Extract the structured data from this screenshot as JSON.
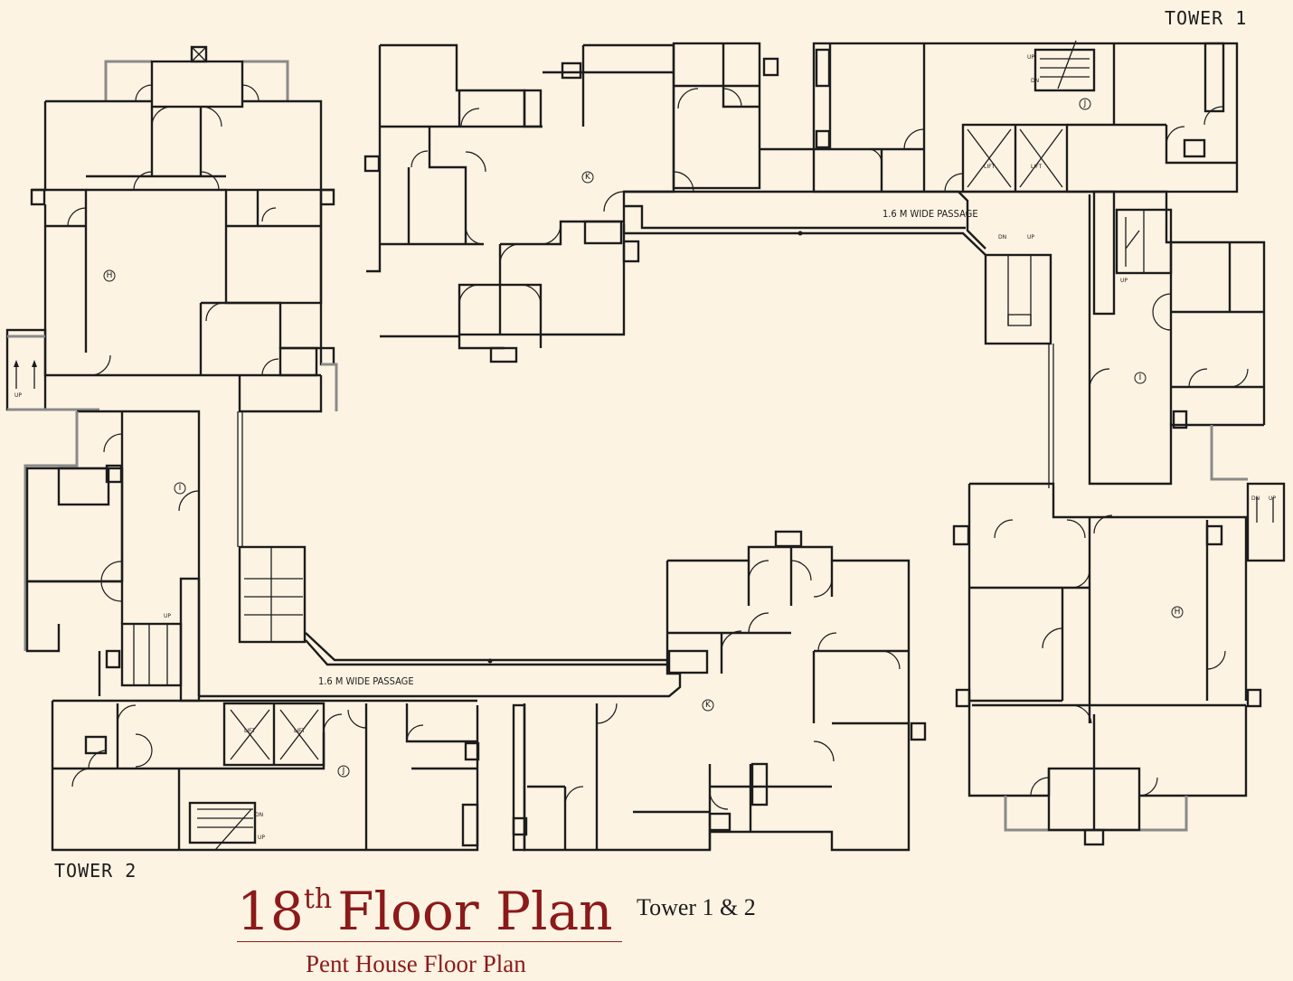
{
  "title": {
    "number": "18",
    "suffix": "th",
    "main": "Floor Plan",
    "towers": "Tower 1 & 2",
    "subtitle": "Pent House Floor Plan"
  },
  "towers": {
    "tower1": "TOWER 1",
    "tower2": "TOWER 2"
  },
  "passages": {
    "top": "1.6 M WIDE PASSAGE",
    "bottom": "1.6 M WIDE PASSAGE"
  },
  "units": {
    "h_top_left": "H",
    "i_left": "I",
    "j_bottom_left": "J",
    "k_top": "K",
    "j_top_right": "J",
    "i_right": "I",
    "h_bottom_right": "H",
    "k_bottom": "K"
  },
  "markers": {
    "lift": "LIFT",
    "up": "UP",
    "dn": "DN"
  }
}
